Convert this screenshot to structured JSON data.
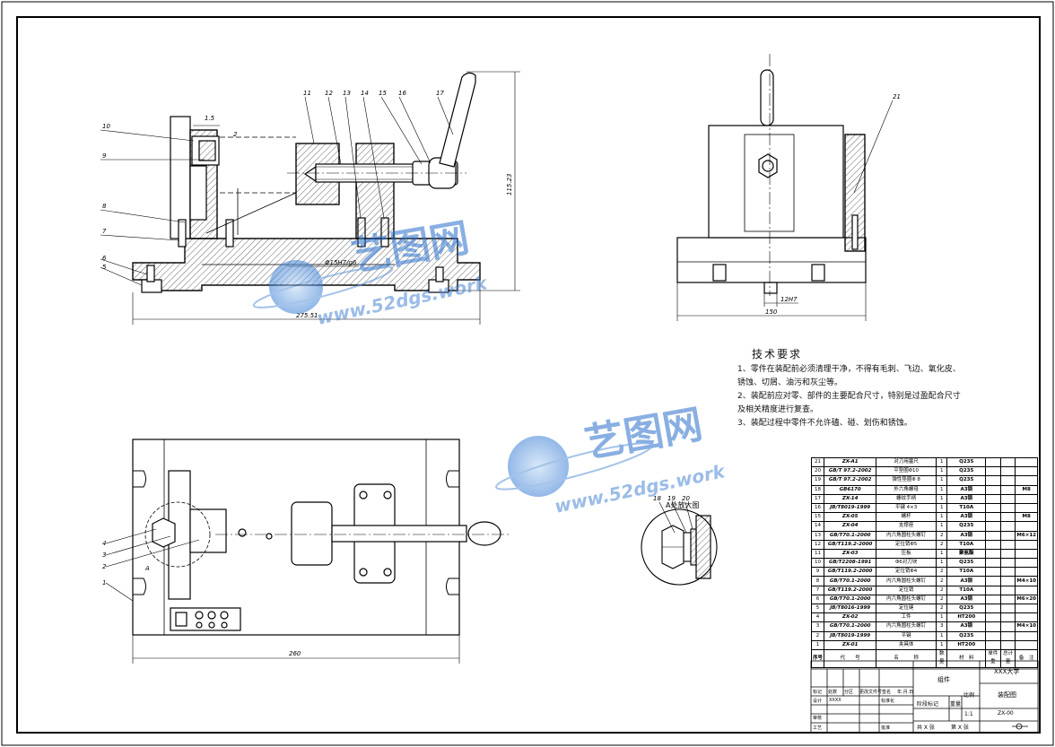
{
  "views": {
    "front": {
      "dim_width": "275.51",
      "dim_height": "115.23",
      "dim_fit": "Φ15H7/g6",
      "dim_top_1": "1.5",
      "dim_top_2": "2",
      "callouts": [
        "10",
        "9",
        "8",
        "7",
        "6",
        "5",
        "11",
        "12",
        "13",
        "14",
        "15",
        "16",
        "17"
      ]
    },
    "side": {
      "dim_width": "150",
      "dim_slot": "12H7",
      "callouts": [
        "21"
      ]
    },
    "top": {
      "dim_width": "260",
      "callouts": [
        "4",
        "3",
        "2",
        "1"
      ],
      "section_marker": "A"
    },
    "detail": {
      "title": "A处放大图",
      "callouts": [
        "18",
        "19",
        "20"
      ]
    }
  },
  "watermark": {
    "brand": "艺图网",
    "url": "www.52dgs.work"
  },
  "tech_requirements": {
    "title": "技术要求",
    "lines": [
      "1、零件在装配前必须清理干净，不得有毛刺、飞边、氧化皮、",
      "锈蚀、切屑、油污和灰尘等。",
      "2、装配前应对零、部件的主要配合尺寸，特别是过盈配合尺寸",
      "及相关精度进行复查。",
      "3、装配过程中零件不允许磕、碰、划伤和锈蚀。"
    ]
  },
  "bom": {
    "rows": [
      {
        "no": "21",
        "code": "ZX-A1",
        "name": "对刀用塞尺",
        "qty": "1",
        "mat": "Q235",
        "note": ""
      },
      {
        "no": "20",
        "code": "GB/T 97.2-2002",
        "name": "平垫圈Φ10",
        "qty": "1",
        "mat": "Q235",
        "note": ""
      },
      {
        "no": "19",
        "code": "GB/T 97.2-2002",
        "name": "弹性垫圈Φ 8",
        "qty": "1",
        "mat": "Q235",
        "note": ""
      },
      {
        "no": "18",
        "code": "GB6170",
        "name": "外六角螺母",
        "qty": "1",
        "mat": "A3钢",
        "note": "M8"
      },
      {
        "no": "17",
        "code": "ZX-14",
        "name": "螺纹手柄",
        "qty": "1",
        "mat": "A3钢",
        "note": ""
      },
      {
        "no": "16",
        "code": "JB/T8019-1999",
        "name": "平键 4×3",
        "qty": "1",
        "mat": "T10A",
        "note": ""
      },
      {
        "no": "15",
        "code": "ZX-05",
        "name": "螺杆",
        "qty": "1",
        "mat": "A3钢",
        "note": "M8"
      },
      {
        "no": "14",
        "code": "ZX-04",
        "name": "支撑座",
        "qty": "1",
        "mat": "Q235",
        "note": ""
      },
      {
        "no": "13",
        "code": "GB/T70.1-2000",
        "name": "内六角圆柱头螺钉",
        "qty": "2",
        "mat": "A3钢",
        "note": "M6×12"
      },
      {
        "no": "12",
        "code": "GB/T119.2-2000",
        "name": "定位销Φ5",
        "qty": "2",
        "mat": "T10A",
        "note": ""
      },
      {
        "no": "11",
        "code": "ZX-03",
        "name": "压板",
        "qty": "1",
        "mat": "聚氨酯",
        "note": ""
      },
      {
        "no": "10",
        "code": "GB/T2208-1991",
        "name": "Φ6对刀块",
        "qty": "1",
        "mat": "Q235",
        "note": ""
      },
      {
        "no": "9",
        "code": "GB/T119.2-2000",
        "name": "定位销Φ4",
        "qty": "2",
        "mat": "T10A",
        "note": ""
      },
      {
        "no": "8",
        "code": "GB/T70.1-2000",
        "name": "内六角圆柱头螺钉",
        "qty": "2",
        "mat": "A3钢",
        "note": "M4×10"
      },
      {
        "no": "7",
        "code": "GB/T119.2-2000",
        "name": "定位销",
        "qty": "2",
        "mat": "T10A",
        "note": ""
      },
      {
        "no": "6",
        "code": "GB/T70.1-2000",
        "name": "内六角圆柱头螺钉",
        "qty": "2",
        "mat": "A3钢",
        "note": "M6×20"
      },
      {
        "no": "5",
        "code": "JB/T8016-1999",
        "name": "定位键",
        "qty": "2",
        "mat": "Q235",
        "note": ""
      },
      {
        "no": "4",
        "code": "ZX-02",
        "name": "工件",
        "qty": "1",
        "mat": "HT200",
        "note": ""
      },
      {
        "no": "3",
        "code": "GB/T70.1-2000",
        "name": "内六角圆柱头螺钉",
        "qty": "3",
        "mat": "A3钢",
        "note": "M4×10"
      },
      {
        "no": "2",
        "code": "JB/T8019-1999",
        "name": "平键",
        "qty": "1",
        "mat": "Q235",
        "note": ""
      },
      {
        "no": "1",
        "code": "ZX-01",
        "name": "夹具体",
        "qty": "1",
        "mat": "HT200",
        "note": ""
      }
    ],
    "header": {
      "no": "序号",
      "code": "代",
      "code2": "号",
      "name": "名",
      "name2": "称",
      "qty": "数量",
      "mat": "材",
      "mat2": "料",
      "w_single": "单件",
      "w_total": "总计",
      "w_label": "重",
      "w_label2": "量",
      "note": "备",
      "note2": "注"
    }
  },
  "title_block": {
    "part_group": "组件",
    "school": "XXX大学",
    "drawing_type": "装配图",
    "drawing_no": "ZX-00",
    "scale_label": "比例",
    "scale": "1:1",
    "weight_label": "重量",
    "stage_label": "阶段标记",
    "design_label": "设计",
    "design_name": "XXXX",
    "std_label": "标准化",
    "review_label": "审核",
    "process_label": "工艺",
    "approve_label": "批准",
    "mark_label": "标记",
    "count_label": "处数",
    "zone_label": "分区",
    "change_label": "更改文件号",
    "sign_label": "签名",
    "date_label": "年.月.日",
    "sheets_total": "共 X 张",
    "sheet_no": "第 X 张"
  }
}
